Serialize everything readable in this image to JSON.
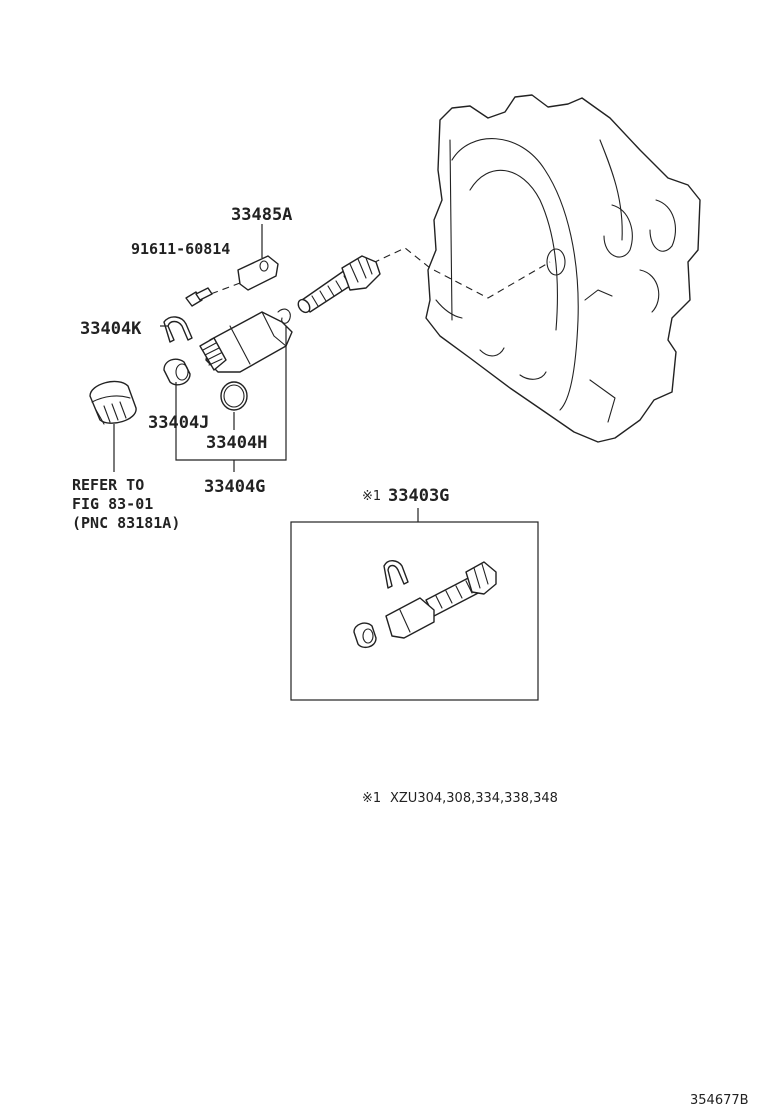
{
  "labels": {
    "p33485A": "33485A",
    "p91611": "91611-60814",
    "p33404K": "33404K",
    "p33404J": "33404J",
    "p33404H": "33404H",
    "p33404G": "33404G",
    "refer_line1": "REFER TO",
    "refer_line2": "FIG 83-01",
    "refer_line3": "(PNC 83181A)",
    "kit_mark": "※1",
    "p33403G": "33403G",
    "note_mark": "※1",
    "note_text": "XZU304,308,334,338,348",
    "figure_id": "354677B"
  }
}
